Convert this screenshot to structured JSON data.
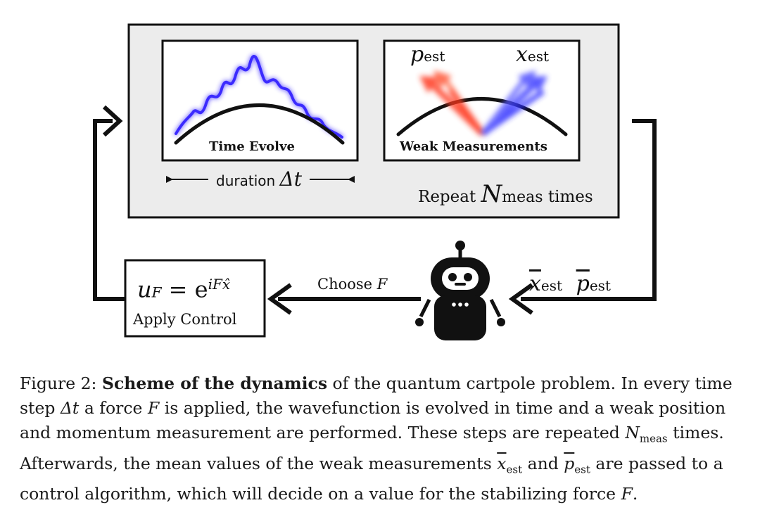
{
  "diagram": {
    "time_evolve_label": "Time Evolve",
    "weak_measurements_label": "Weak Measurements",
    "duration_label": "duration",
    "duration_symbol": "Δt",
    "repeat_prefix": "Repeat",
    "repeat_symbol": "N",
    "repeat_sub": "meas",
    "repeat_suffix": "times",
    "p_est_main": "p",
    "p_est_sub": "est",
    "x_est_main": "x",
    "x_est_sub": "est",
    "control_formula_lhs": "u",
    "control_formula_lhs_sub": "F",
    "control_formula_rhs": "= e",
    "control_formula_exp": "iFx̂",
    "control_label": "Apply Control",
    "choose_prefix": "Choose",
    "choose_symbol": "F",
    "xbar_main": "x",
    "xbar_sub": "est",
    "pbar_main": "p",
    "pbar_sub": "est"
  },
  "caption": {
    "figure_label": "Figure 2:",
    "bold_part": "Scheme of the dynamics",
    "text_1": " of the quantum cartpole problem. In every time step ",
    "delta_t": "Δt",
    "text_2": " a force ",
    "F": "F",
    "text_3": " is applied, the wavefunction is evolved in time and a weak position and momentum measurement are performed. These steps are repeated ",
    "N": "N",
    "N_sub": "meas",
    "text_4": " times. Afterwards, the mean values of the weak measurements ",
    "x_bar": "x",
    "x_bar_sub": "est",
    "text_5": " and ",
    "p_bar": "p",
    "p_bar_sub": "est",
    "text_6": " are passed to a control algorithm, which will decide on a value for the stabilizing force ",
    "F2": "F",
    "text_7": "."
  },
  "colors": {
    "panel_bg": "#ececec",
    "wave": "#3b2bff",
    "p_arrow": "#ff3a24",
    "x_arrow": "#3d3dff",
    "ink": "#111111"
  }
}
